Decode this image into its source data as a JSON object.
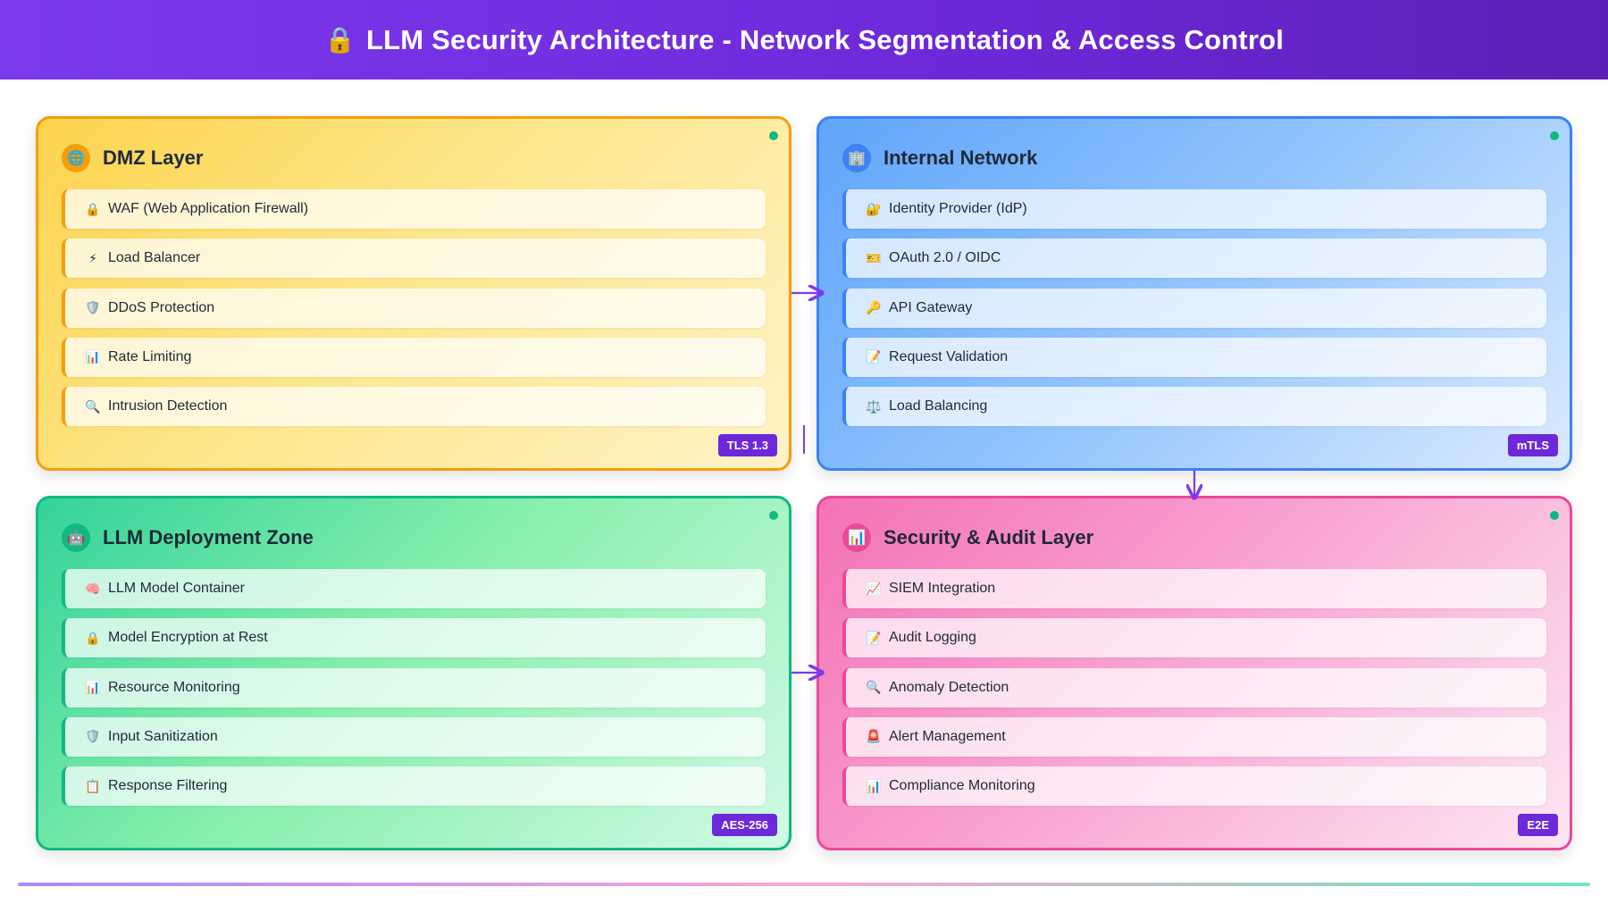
{
  "header": {
    "title": "LLM Security Architecture - Network Segmentation & Access Control",
    "icon": "lock-icon"
  },
  "panels": {
    "dmz": {
      "title": "DMZ Layer",
      "icon": "globe-icon",
      "badge": "TLS 1.3",
      "items": [
        {
          "icon": "lock-icon",
          "label": "WAF (Web Application Firewall)"
        },
        {
          "icon": "lightning-icon",
          "label": "Load Balancer"
        },
        {
          "icon": "shield-icon",
          "label": "DDoS Protection"
        },
        {
          "icon": "bar-chart-icon",
          "label": "Rate Limiting"
        },
        {
          "icon": "magnifier-icon",
          "label": "Intrusion Detection"
        }
      ]
    },
    "internal": {
      "title": "Internal Network",
      "icon": "office-icon",
      "badge": "mTLS",
      "items": [
        {
          "icon": "lock-key-icon",
          "label": "Identity Provider (IdP)"
        },
        {
          "icon": "ticket-icon",
          "label": "OAuth 2.0 / OIDC"
        },
        {
          "icon": "key-icon",
          "label": "API Gateway"
        },
        {
          "icon": "memo-icon",
          "label": "Request Validation"
        },
        {
          "icon": "scales-icon",
          "label": "Load Balancing"
        }
      ]
    },
    "llm": {
      "title": "LLM Deployment Zone",
      "icon": "robot-icon",
      "badge": "AES-256",
      "items": [
        {
          "icon": "brain-icon",
          "label": "LLM Model Container"
        },
        {
          "icon": "lock-icon",
          "label": "Model Encryption at Rest"
        },
        {
          "icon": "bar-chart-icon",
          "label": "Resource Monitoring"
        },
        {
          "icon": "shield-icon",
          "label": "Input Sanitization"
        },
        {
          "icon": "clipboard-icon",
          "label": "Response Filtering"
        }
      ]
    },
    "security": {
      "title": "Security & Audit Layer",
      "icon": "bar-chart-icon",
      "badge": "E2E",
      "items": [
        {
          "icon": "trend-up-icon",
          "label": "SIEM Integration"
        },
        {
          "icon": "memo-icon",
          "label": "Audit Logging"
        },
        {
          "icon": "magnifier-icon",
          "label": "Anomaly Detection"
        },
        {
          "icon": "siren-icon",
          "label": "Alert Management"
        },
        {
          "icon": "bar-chart-icon",
          "label": "Compliance Monitoring"
        }
      ]
    }
  },
  "colors": {
    "header": "#7c3aed",
    "dmz": "#f59e0b",
    "internal": "#3b82f6",
    "llm": "#10b981",
    "security": "#ec4899",
    "badge": "#6d28d9",
    "status": "#10b981"
  }
}
